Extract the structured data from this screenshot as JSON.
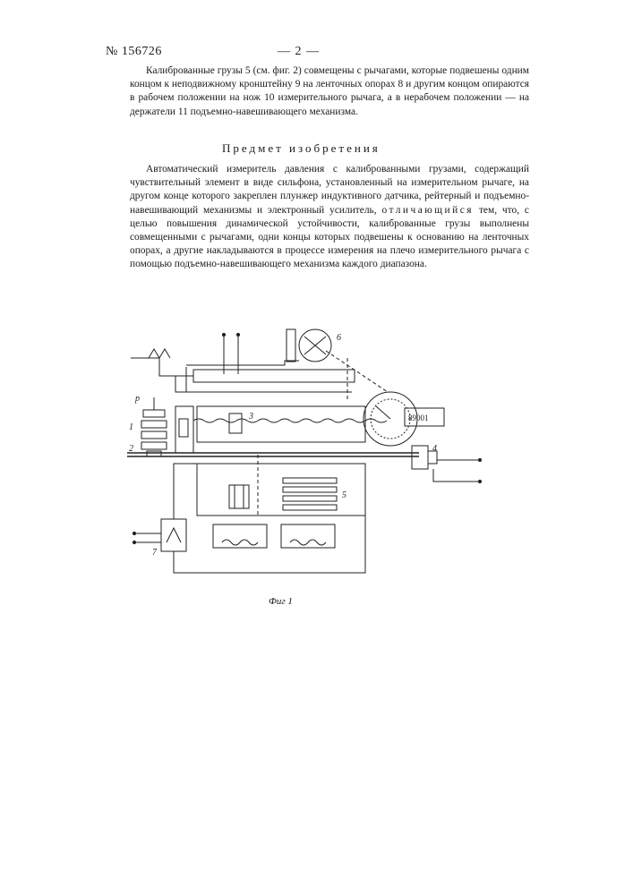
{
  "header": {
    "patent_number": "№ 156726",
    "page_number": "— 2 —"
  },
  "paragraph1": "Калиброванные грузы 5 (см. фиг. 2) совмещены с рычагами, которые подвешены одним концом к неподвижному кронштейну 9 на ленточных опорах 8 и другим концом опираются в рабочем положении на нож 10 измерительного рычага, а в нерабочем положении — на держатели 11 подъемно-навешивающего механизма.",
  "section_heading": "Предмет изобретения",
  "claim": {
    "part1": "Автоматический измеритель давления с калиброванными грузами, содержащий чувствительный элемент в виде сильфона, установленный на измерительном рычаге, на другом конце которого закреплен плунжер индуктивного датчика, рейтерный и подъемно-навешивающий механизмы и электронный усилитель,",
    "emphasis": "отличающийся",
    "part2": "тем, что, с целью повышения динамической устойчивости, калиброванные грузы выполнены совмещенными с рычагами, одни концы которых подвешены к основанию на ленточных опорах, а другие накладываются в процессе измерения на плечо измерительного рычага с помощью подъемно-навешивающего механизма каждого диапазона."
  },
  "figure": {
    "caption": "Фиг 1",
    "labels": {
      "p": "р",
      "n1": "1",
      "n2": "2",
      "n3": "3",
      "n4": "4",
      "n5": "5",
      "n6": "6",
      "n7": "7"
    },
    "counter_display": "89001"
  }
}
